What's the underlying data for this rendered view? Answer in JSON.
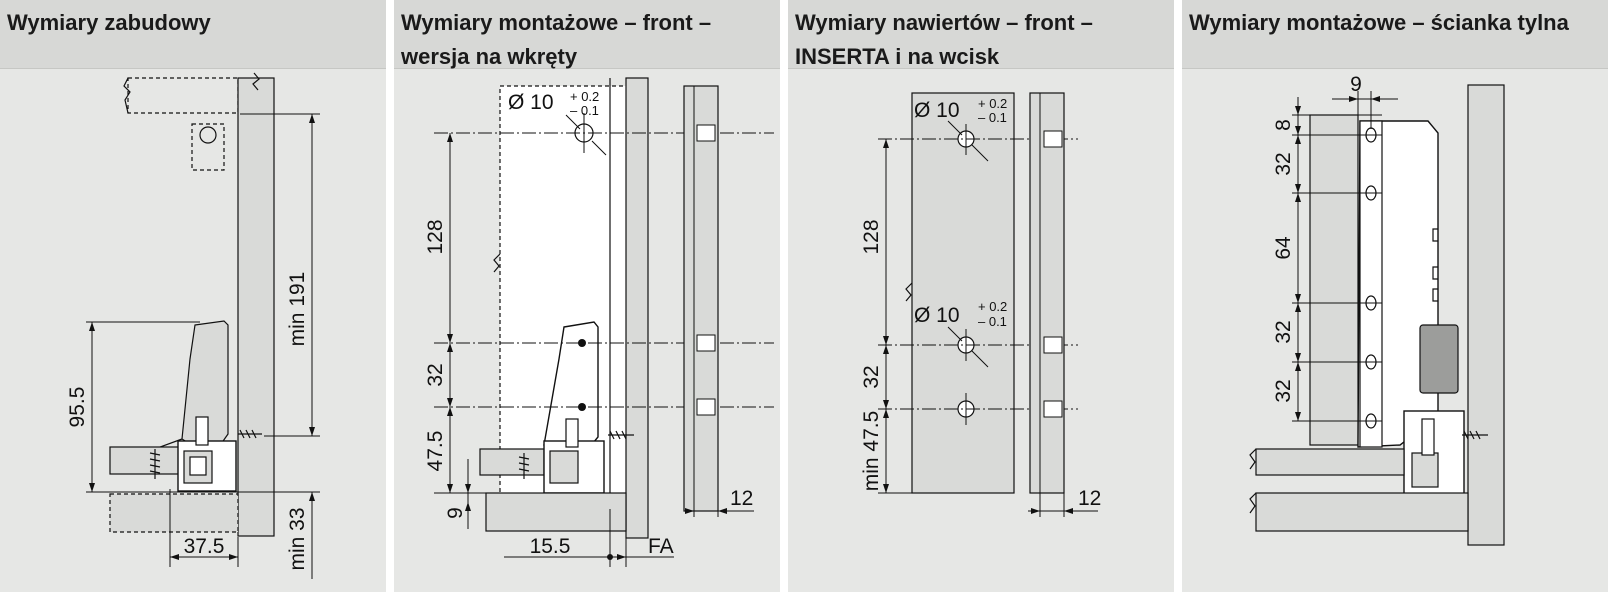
{
  "colors": {
    "background": "#e6e7e5",
    "header": "#d7d8d6",
    "part_fill": "#d9dad8",
    "dark_fill": "#9c9d9b",
    "line": "#111111"
  },
  "panels": [
    {
      "title": "Wymiary zabudowy",
      "dims": {
        "height_top": "min 191",
        "side_height": "95.5",
        "width": "37.5",
        "bottom": "min 33"
      }
    },
    {
      "title": "Wymiary montażowe – front – wersja na wkręty",
      "dims": {
        "diameter": "Ø 10",
        "tol_plus": "+ 0.2",
        "tol_minus": "– 0.1",
        "h128": "128",
        "h32": "32",
        "h47": "47.5",
        "h9": "9",
        "w15": "15.5",
        "fa": "FA",
        "w12": "12"
      }
    },
    {
      "title": "Wymiary nawiertów – front – INSERTA i na wcisk",
      "dims": {
        "diameter_top": "Ø 10",
        "diameter_mid": "Ø 10",
        "tol_plus": "+ 0.2",
        "tol_minus": "– 0.1",
        "h128": "128",
        "h32": "32",
        "h47": "min 47.5",
        "w12": "12"
      }
    },
    {
      "title": "Wymiary montażowe – ścianka tylna",
      "dims": {
        "w9": "9",
        "h8": "8",
        "h32a": "32",
        "h64": "64",
        "h32b": "32",
        "h32c": "32"
      }
    }
  ]
}
